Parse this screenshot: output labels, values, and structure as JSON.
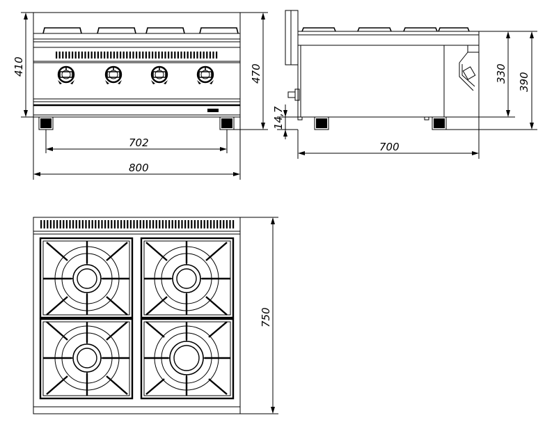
{
  "dimensions": {
    "front_height_left": "410",
    "front_height_right": "470",
    "front_leg_span": "702",
    "front_width": "800",
    "side_leg_height": "14,7",
    "side_depth": "700",
    "side_height_330": "330",
    "side_height_390": "390",
    "top_depth": "750"
  }
}
